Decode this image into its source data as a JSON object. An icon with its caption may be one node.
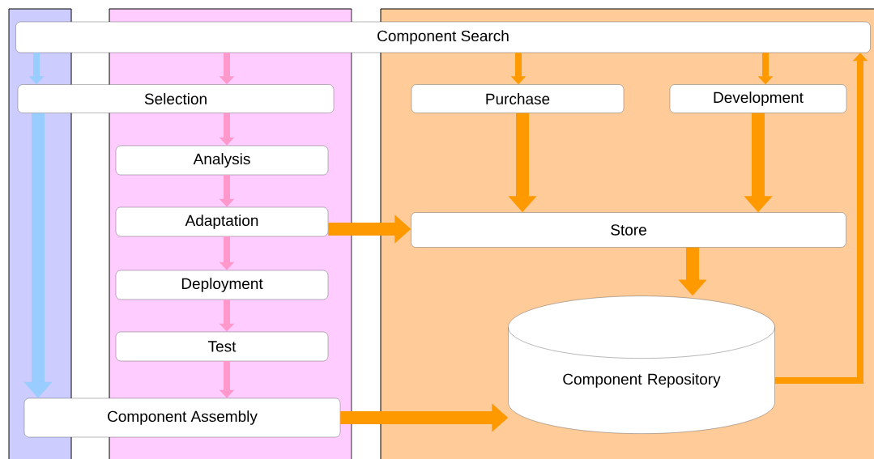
{
  "diagram": {
    "nodes": [
      {
        "text": [
          "Component Search"
        ]
      },
      {
        "text": [
          "Selection"
        ]
      },
      {
        "text": [
          "Analysis"
        ]
      },
      {
        "text": [
          "Adaptation"
        ]
      },
      {
        "text": [
          "Deployment"
        ]
      },
      {
        "text": [
          "Test"
        ]
      },
      {
        "text": [
          "Component Assembly"
        ]
      },
      {
        "text": [
          "Purchase"
        ]
      },
      {
        "text": [
          "Development"
        ]
      },
      {
        "text": [
          "Store"
        ]
      },
      {
        "text": [
          "Component Repository"
        ]
      }
    ],
    "edges": [
      {
        "from": 0,
        "to": 1,
        "arrow": "to",
        "color": "#99ccff"
      },
      {
        "from": 0,
        "to": 1,
        "arrow": "to",
        "color": "#ff99cc"
      },
      {
        "from": 0,
        "to": 7,
        "arrow": "to"
      },
      {
        "from": 0,
        "to": 8,
        "arrow": "to"
      },
      {
        "from": 1,
        "to": 6,
        "arrow": "to",
        "style": "thick",
        "color": "#99ccff"
      },
      {
        "from": 1,
        "to": 2,
        "arrow": "to",
        "color": "#ff99cc"
      },
      {
        "from": 2,
        "to": 3,
        "arrow": "to",
        "color": "#ff99cc"
      },
      {
        "from": 3,
        "to": 4,
        "arrow": "to",
        "color": "#ff99cc"
      },
      {
        "from": 4,
        "to": 5,
        "arrow": "to",
        "color": "#ff99cc"
      },
      {
        "from": 5,
        "to": 6,
        "arrow": "to",
        "color": "#ff99cc"
      },
      {
        "from": 7,
        "to": 9,
        "arrow": "to",
        "style": "thick"
      },
      {
        "from": 8,
        "to": 9,
        "arrow": "to",
        "style": "thick"
      },
      {
        "from": 3,
        "to": 9,
        "arrow": "to",
        "style": "thick"
      },
      {
        "from": 9,
        "to": 10,
        "arrow": "to",
        "style": "thick"
      },
      {
        "from": 10,
        "to": 0,
        "arrow": "to"
      },
      {
        "from": 6,
        "to": 10,
        "arrow": "to",
        "style": "thick"
      }
    ]
  }
}
